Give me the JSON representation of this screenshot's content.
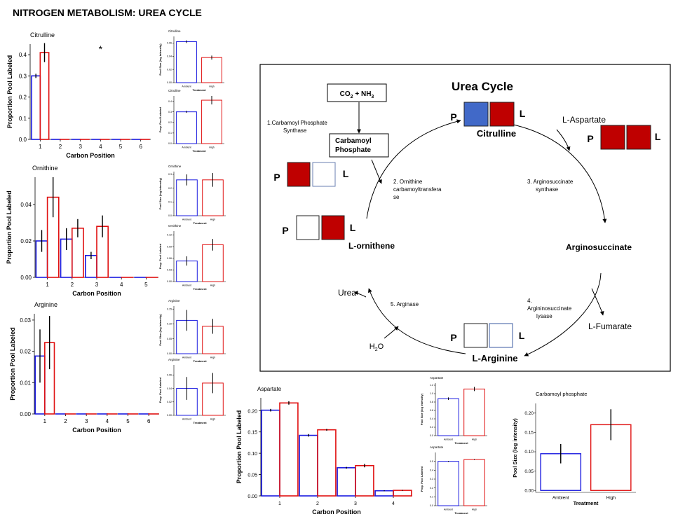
{
  "page": {
    "title": "NITROGEN METABOLISM: UREA CYCLE"
  },
  "colors": {
    "ambient": "#1a1adf",
    "high": "#e01010",
    "pBox": "#4169c8",
    "lBox": "#bf0000"
  },
  "chart_data": [
    {
      "id": "citrulline_main",
      "type": "bar",
      "title": "Citrulline",
      "xlabel": "Carbon Position",
      "ylabel": "Proportion Pool Labeled",
      "categories": [
        "1",
        "2",
        "3",
        "4",
        "5",
        "6"
      ],
      "ylim": [
        0,
        0.45
      ],
      "yticks": [
        0.0,
        0.1,
        0.2,
        0.3,
        0.4
      ],
      "ytick_labels": [
        "0.0",
        "0.1",
        "0.2",
        "0.3",
        "0.4"
      ],
      "annotation": "*",
      "series": [
        {
          "values": [
            0.3,
            0,
            0,
            0,
            0,
            0
          ],
          "err": [
            0.01,
            0,
            0,
            0,
            0,
            0
          ]
        },
        {
          "values": [
            0.41,
            0,
            0,
            0,
            0,
            0
          ],
          "err": [
            0.045,
            0,
            0,
            0,
            0,
            0
          ]
        }
      ]
    },
    {
      "id": "ornithine_main",
      "type": "bar",
      "title": "Ornithine",
      "xlabel": "Carbon Position",
      "ylabel": "Proportion Pool Labeled",
      "categories": [
        "1",
        "2",
        "3",
        "4",
        "5"
      ],
      "ylim": [
        0,
        0.055
      ],
      "yticks": [
        0.0,
        0.02,
        0.04
      ],
      "ytick_labels": [
        "0.00",
        "0.02",
        "0.04"
      ],
      "series": [
        {
          "values": [
            0.02,
            0.021,
            0.012,
            0,
            0
          ],
          "err": [
            0.006,
            0.006,
            0.002,
            0,
            0
          ]
        },
        {
          "values": [
            0.044,
            0.027,
            0.028,
            0,
            0
          ],
          "err": [
            0.011,
            0.005,
            0.006,
            0,
            0
          ]
        }
      ]
    },
    {
      "id": "arginine_main",
      "type": "bar",
      "title": "Arginine",
      "xlabel": "Carbon Position",
      "ylabel": "Proportion Pool Labeled",
      "categories": [
        "1",
        "2",
        "3",
        "4",
        "5",
        "6"
      ],
      "ylim": [
        0,
        0.032
      ],
      "yticks": [
        0.0,
        0.01,
        0.02,
        0.03
      ],
      "ytick_labels": [
        "0.00",
        "0.01",
        "0.02",
        "0.03"
      ],
      "series": [
        {
          "values": [
            0.0185,
            0,
            0,
            0,
            0,
            0
          ],
          "err": [
            0.0085,
            0,
            0,
            0,
            0,
            0
          ]
        },
        {
          "values": [
            0.0228,
            0,
            0,
            0,
            0,
            0
          ],
          "err": [
            0.0085,
            0,
            0,
            0,
            0,
            0
          ]
        }
      ]
    },
    {
      "id": "aspartate_main",
      "type": "bar",
      "title": "Aspartate",
      "xlabel": "Carbon Position",
      "ylabel": "Proportion Pool Labeled",
      "categories": [
        "1",
        "2",
        "3",
        "4"
      ],
      "ylim": [
        0,
        0.23
      ],
      "yticks": [
        0.0,
        0.05,
        0.1,
        0.15,
        0.2
      ],
      "ytick_labels": [
        "0.00",
        "0.05",
        "0.10",
        "0.15",
        "0.20"
      ],
      "series": [
        {
          "values": [
            0.201,
            0.142,
            0.066,
            0.012
          ],
          "err": [
            0.003,
            0.003,
            0.002,
            0.001
          ]
        },
        {
          "values": [
            0.218,
            0.155,
            0.071,
            0.013
          ],
          "err": [
            0.004,
            0.002,
            0.004,
            0.001
          ]
        }
      ]
    },
    {
      "id": "carbamoyl_pool",
      "type": "bar",
      "title": "Carbamoyl phosphate",
      "xlabel": "Treatment",
      "ylabel": "Pool Size (log intensity)",
      "categories": [
        "Ambient",
        "High"
      ],
      "ylim": [
        -0.005,
        0.225
      ],
      "yticks": [
        0.0,
        0.05,
        0.1,
        0.15,
        0.2
      ],
      "ytick_labels": [
        "0.00",
        "0.05",
        "0.10",
        "0.15",
        "0.20"
      ],
      "values": [
        0.095,
        0.17
      ],
      "err": [
        0.025,
        0.04
      ]
    },
    {
      "id": "cit_pool",
      "type": "bar",
      "title": "Citrulline",
      "xlabel": "Treatment",
      "ylabel": "Pool Size (log intensity)",
      "categories": [
        "Ambient",
        "High"
      ],
      "ylim": [
        0,
        0.07
      ],
      "yticks": [
        0.0,
        0.02,
        0.04,
        0.06
      ],
      "ytick_labels": [
        "0.00",
        "0.02",
        "0.04",
        "0.06"
      ],
      "values": [
        0.062,
        0.038
      ],
      "err": [
        0.002,
        0.003
      ]
    },
    {
      "id": "cit_prop",
      "type": "bar",
      "title": "Citrulline",
      "xlabel": "Treatment",
      "ylabel": "Prop. Pool Labeled",
      "categories": [
        "Ambient",
        "High"
      ],
      "ylim": [
        0,
        0.45
      ],
      "yticks": [
        0.0,
        0.1,
        0.2,
        0.3,
        0.4
      ],
      "ytick_labels": [
        "0.0",
        "0.1",
        "0.2",
        "0.3",
        "0.4"
      ],
      "values": [
        0.3,
        0.41
      ],
      "err": [
        0.01,
        0.04
      ]
    },
    {
      "id": "orn_pool",
      "type": "bar",
      "title": "Ornithine",
      "xlabel": "Treatment",
      "ylabel": "Pool Size (log intensity)",
      "categories": [
        "Ambient",
        "High"
      ],
      "ylim": [
        0,
        0.32
      ],
      "yticks": [
        0.0,
        0.1,
        0.2,
        0.3
      ],
      "ytick_labels": [
        "0.0",
        "0.1",
        "0.2",
        "0.3"
      ],
      "values": [
        0.26,
        0.26
      ],
      "err": [
        0.04,
        0.05
      ]
    },
    {
      "id": "orn_prop",
      "type": "bar",
      "title": "Ornithine",
      "xlabel": "Treatment",
      "ylabel": "Prop. Pool Labeled",
      "categories": [
        "Ambient",
        "High"
      ],
      "ylim": [
        0,
        0.13
      ],
      "yticks": [
        0.0,
        0.03,
        0.06,
        0.09,
        0.12
      ],
      "ytick_labels": [
        "0.00",
        "0.03",
        "0.06",
        "0.09",
        "0.12"
      ],
      "values": [
        0.053,
        0.095
      ],
      "err": [
        0.012,
        0.015
      ]
    },
    {
      "id": "arg_pool",
      "type": "bar",
      "title": "Arginine",
      "xlabel": "Treatment",
      "ylabel": "Pool Size (log intensity)",
      "categories": [
        "Ambient",
        "High"
      ],
      "ylim": [
        0,
        0.16
      ],
      "yticks": [
        0.0,
        0.05,
        0.1,
        0.15
      ],
      "ytick_labels": [
        "0.00",
        "0.05",
        "0.10",
        "0.15"
      ],
      "values": [
        0.112,
        0.092
      ],
      "err": [
        0.035,
        0.025
      ]
    },
    {
      "id": "arg_prop",
      "type": "bar",
      "title": "Arginine",
      "xlabel": "Treatment",
      "ylabel": "Prop. Pool Labeled",
      "categories": [
        "Ambient",
        "High"
      ],
      "ylim": [
        0,
        0.075
      ],
      "yticks": [
        0.0,
        0.02,
        0.04,
        0.06
      ],
      "ytick_labels": [
        "0.00",
        "0.02",
        "0.04",
        "0.06"
      ],
      "values": [
        0.04,
        0.048
      ],
      "err": [
        0.017,
        0.015
      ]
    },
    {
      "id": "asp_pool",
      "type": "bar",
      "title": "Aspartate",
      "xlabel": "Treatment",
      "ylabel": "Pool Size (log intensity)",
      "categories": [
        "Ambient",
        "High"
      ],
      "ylim": [
        0,
        1.25
      ],
      "yticks": [
        0.0,
        0.2,
        0.4,
        0.6,
        0.8,
        1.0,
        1.2
      ],
      "ytick_labels": [
        "0.0",
        "0.2",
        "0.4",
        "0.6",
        "0.8",
        "1.0",
        "1.2"
      ],
      "values": [
        0.88,
        1.11
      ],
      "err": [
        0.03,
        0.05
      ]
    },
    {
      "id": "asp_prop",
      "type": "bar",
      "title": "Aspartate",
      "xlabel": "Treatment",
      "ylabel": "Prop. Pool Labeled",
      "categories": [
        "Ambient",
        "High"
      ],
      "ylim": [
        0,
        0.6
      ],
      "yticks": [
        0.0,
        0.1,
        0.2,
        0.3,
        0.4,
        0.5
      ],
      "ytick_labels": [
        "0.0",
        "0.1",
        "0.2",
        "0.3",
        "0.4",
        "0.5"
      ],
      "values": [
        0.5,
        0.52
      ],
      "err": [
        0.005,
        0.005
      ]
    }
  ],
  "diagram": {
    "title": "Urea Cycle",
    "co2_label": "CO",
    "co2_sub": "2",
    "co2_rest": " + NH",
    "nh3_sub": "3",
    "carbamoyl": [
      "Carbamoyl",
      "Phosphate"
    ],
    "enzyme1": [
      "1.Carbamoyl Phosphate",
      "Synthase"
    ],
    "enzyme2": [
      "2. Ornithine",
      "carbamoyltransfera",
      "se"
    ],
    "enzyme3": [
      "3. Arginosuccinate",
      "synthase"
    ],
    "enzyme4": [
      "4.",
      "Argininosuccinate",
      "lysase"
    ],
    "enzyme5": "5. Arginase",
    "citrulline": "Citrulline",
    "aspartate": "L-Aspartate",
    "argsucc": "Arginosuccinate",
    "fumarate": "L-Fumarate",
    "arginine": "L-Arginine",
    "ornithine": "L-ornithene",
    "urea": "Urea",
    "h2o_h": "H",
    "h2o_sub": "2",
    "h2o_o": "O",
    "p": "P",
    "l": "L"
  }
}
